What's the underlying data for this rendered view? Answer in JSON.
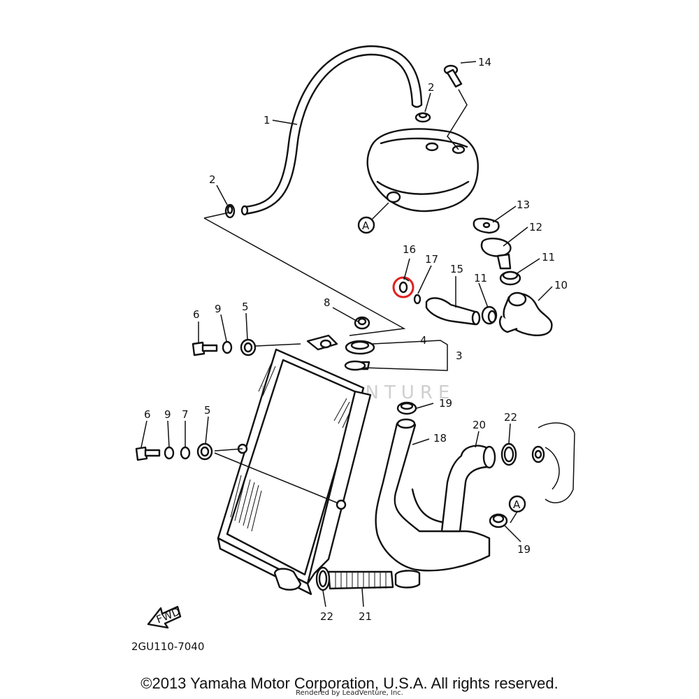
{
  "callouts": [
    {
      "id": "c14",
      "text": "14"
    },
    {
      "id": "c2a",
      "text": "2"
    },
    {
      "id": "c1",
      "text": "1"
    },
    {
      "id": "c2b",
      "text": "2"
    },
    {
      "id": "c13",
      "text": "13"
    },
    {
      "id": "c12",
      "text": "12"
    },
    {
      "id": "c16",
      "text": "16"
    },
    {
      "id": "c17",
      "text": "17"
    },
    {
      "id": "c15",
      "text": "15"
    },
    {
      "id": "c11a",
      "text": "11"
    },
    {
      "id": "c11b",
      "text": "11"
    },
    {
      "id": "c10",
      "text": "10"
    },
    {
      "id": "c8",
      "text": "8"
    },
    {
      "id": "c6a",
      "text": "6"
    },
    {
      "id": "c9a",
      "text": "9"
    },
    {
      "id": "c5a",
      "text": "5"
    },
    {
      "id": "c4",
      "text": "4"
    },
    {
      "id": "c3",
      "text": "3"
    },
    {
      "id": "c19a",
      "text": "19"
    },
    {
      "id": "c6b",
      "text": "6"
    },
    {
      "id": "c9b",
      "text": "9"
    },
    {
      "id": "c7",
      "text": "7"
    },
    {
      "id": "c5b",
      "text": "5"
    },
    {
      "id": "c18",
      "text": "18"
    },
    {
      "id": "c20",
      "text": "20"
    },
    {
      "id": "c22a",
      "text": "22"
    },
    {
      "id": "c19b",
      "text": "19"
    },
    {
      "id": "c22b",
      "text": "22"
    },
    {
      "id": "c21",
      "text": "21"
    }
  ],
  "refA": {
    "top": "A",
    "bottom": "A"
  },
  "fwd_label": "FWD",
  "diagram_code": "2GU110-7040",
  "watermark": "LEADVENTURE",
  "copyright": "©2013 Yamaha Motor Corporation, U.S.A. All rights reserved.",
  "rendered_by": "Rendered by LeadVenture, Inc.",
  "highlight_color": "#e02020"
}
